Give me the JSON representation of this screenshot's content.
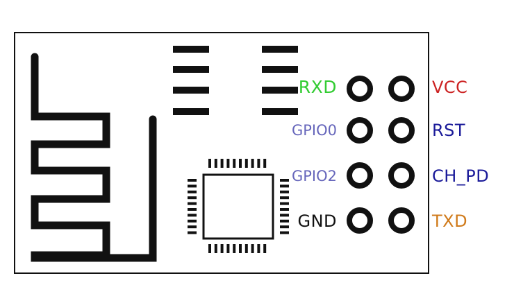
{
  "pins": {
    "left": [
      {
        "label": "RXD",
        "color": "#33cc33"
      },
      {
        "label": "GPIO0",
        "color": "#6666bb"
      },
      {
        "label": "GPIO2",
        "color": "#6666bb"
      },
      {
        "label": "GND",
        "color": "#111111"
      }
    ],
    "right": [
      {
        "label": "VCC",
        "color": "#cc2222"
      },
      {
        "label": "RST",
        "color": "#1a1a99"
      },
      {
        "label": "CH_PD",
        "color": "#1a1a99"
      },
      {
        "label": "TXD",
        "color": "#d07a1a"
      }
    ]
  },
  "colors": {
    "outline": "#111111",
    "background": "#ffffff"
  }
}
